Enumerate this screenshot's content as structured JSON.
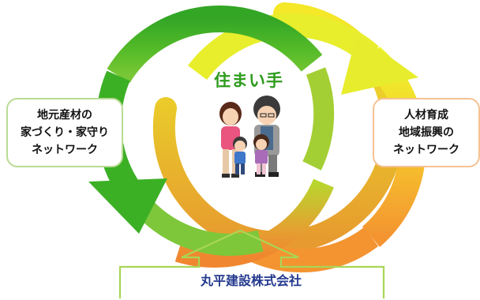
{
  "center": {
    "title": "住まい手"
  },
  "left_box": {
    "lines": [
      "地元産材の",
      "家づくり・家守り",
      "ネットワーク"
    ]
  },
  "right_box": {
    "lines": [
      "人材育成",
      "地域振興の",
      "ネットワーク"
    ]
  },
  "company": {
    "name": "丸平建設株式会社"
  },
  "colors": {
    "green_arrow": "#3cb025",
    "yellow_arrow": "#f2e12a",
    "orange_arrow": "#f29a30",
    "title_green": "#2e9b1d",
    "company_navy": "#243a8f",
    "base_frame": "#a8d655"
  }
}
